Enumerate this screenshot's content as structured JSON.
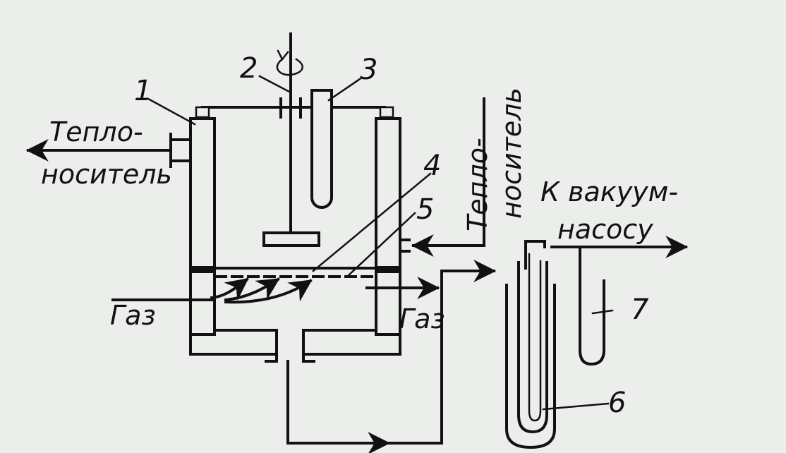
{
  "labels": {
    "coolant_left_line1": "Тепло-",
    "coolant_left_line2": "носитель",
    "coolant_right_line1": "Тепло-",
    "coolant_right_line2": "носитель",
    "to_pump_line1": "К вакуум-",
    "to_pump_line2": "насосу",
    "gas_in": "Газ",
    "gas_out": "Газ"
  },
  "callouts": [
    "1",
    "2",
    "3",
    "4",
    "5",
    "6",
    "7"
  ],
  "colors": {
    "ink": "#111111",
    "paper": "#eceeec"
  }
}
